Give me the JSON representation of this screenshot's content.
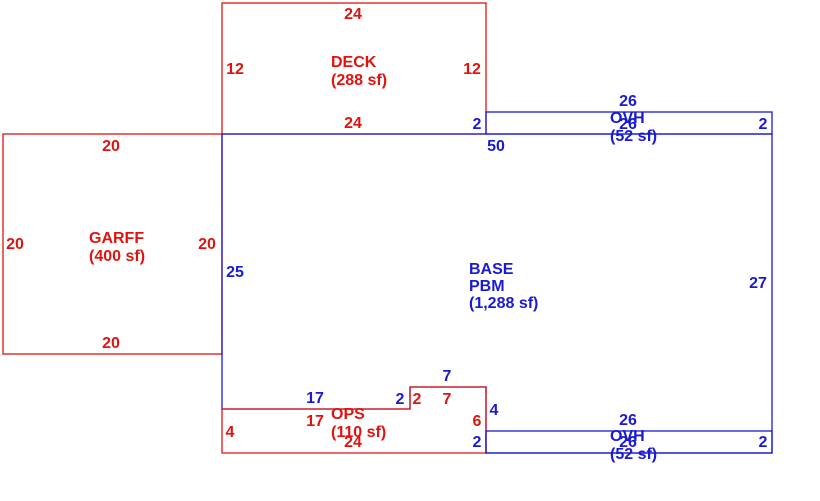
{
  "colors": {
    "red": "#e0140f",
    "blue": "#1a1ad1"
  },
  "deck": {
    "name": "DECK",
    "area": "(288 sf)",
    "top": "24",
    "bottom": "24",
    "left": "12",
    "right": "12"
  },
  "garage": {
    "name": "GARFF",
    "area": "(400 sf)",
    "top": "20",
    "bottom": "20",
    "left": "20",
    "right": "20"
  },
  "base": {
    "name": "BASE",
    "sub": "PBM",
    "area": "(1,288 sf)",
    "top": "50",
    "left": "25",
    "right": "27"
  },
  "ovh_top": {
    "name": "OVH",
    "area": "(52 sf)",
    "top": "26",
    "bottom": "26",
    "left": "2",
    "right": "2"
  },
  "ovh_bottom": {
    "name": "OVH",
    "area": "(52 sf)",
    "top": "26",
    "bottom": "26",
    "left": "2",
    "right": "2"
  },
  "ops": {
    "name": "OPS",
    "area": "(110 sf)",
    "top_left": "17",
    "top_step": "2",
    "top_right": "7",
    "right": "6",
    "bottom": "24",
    "left": "4"
  },
  "base_notch": {
    "top_left": "17",
    "step_left": "2",
    "top": "7",
    "step_right": "4"
  }
}
